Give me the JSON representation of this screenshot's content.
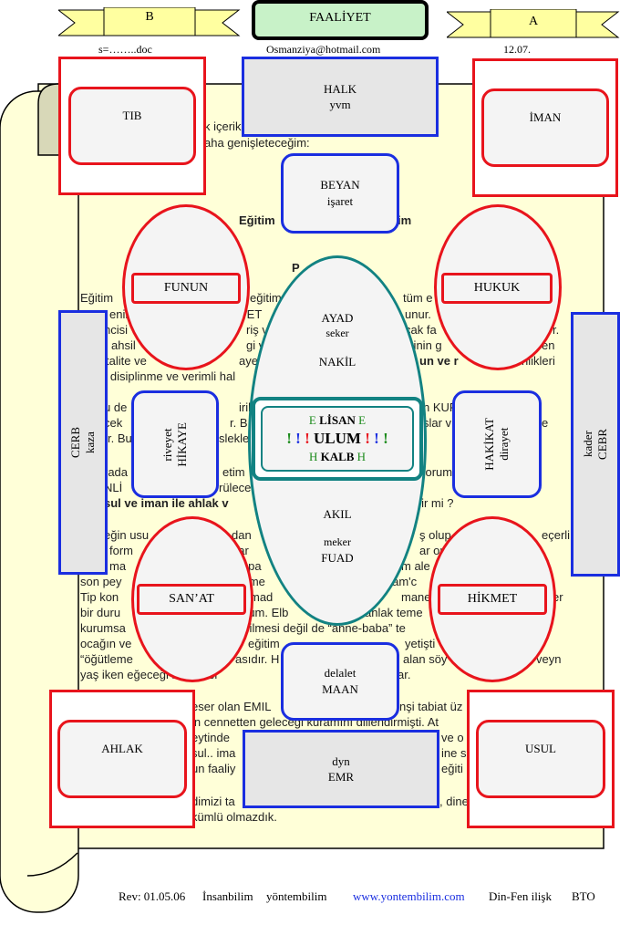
{
  "header": {
    "banner_left": "B",
    "title": "FAALİYET",
    "banner_right": "A",
    "file_name": "s=……..doc",
    "email": "Osmanziya@hotmail.com",
    "date": "12.07."
  },
  "doc_lines": [
    "k içerik",
    "aha genişleteceğim:",
    "Eğitim",
    "im",
    "P",
    "Eğitim",
    "eğitim",
    "tüm e",
    "enin",
    "YET",
    "unur.",
    "ncisi",
    "riş v",
    "cak fa",
    "r.",
    "ahsil",
    "gi ver",
    "erinin g",
    "en",
    "talite ve",
    "ayesine",
    "un ve r",
    "nlikleri",
    "n disiplinme ve verimli hal",
    "u de",
    "irikin",
    "n KUR",
    "cek",
    "r. B",
    "slar v",
    "e",
    "r. Bu",
    "sleklen",
    "rada",
    "etim",
    "yorum",
    "NLİ",
    "rülece",
    "sul ve iman ile ahlak v",
    "rilir mi ?",
    "eğin usu",
    "dan",
    "ş olup",
    "eçerli",
    "form",
    "dar",
    "ar on",
    "ma",
    "k pa",
    "m ale",
    "son pey",
    "mme",
    "elam'c",
    "Tip kon",
    "mad",
    "manev",
    "er",
    "bir duru",
    "rum. Elb",
    "ahlak teme",
    "kurumsa",
    "erilmesi değil de “anne-baba” te",
    "ocağın ve",
    "eğitim",
    "yetişti",
    "“öğütleme",
    "asıdır. H",
    "alan söy",
    "veyn",
    "yaş iken eğeceği bu temel",
    "ar.",
    "eser olan EMIL",
    "nşi tabiat üz",
    "in cennetten geleceği kuramını dillendirmişti. At",
    "eytinde",
    "ve o",
    "sul.. ima",
    "ine s",
    "un faaliy",
    "eğiti",
    "dimizi ta",
    ", dine",
    "kümlü olmazdık."
  ],
  "nodes": {
    "tib": "TIB",
    "iman": "İMAN",
    "halk": "HALK",
    "halk_sub": "yvm",
    "beyan": "BEYAN",
    "beyan_sub": "işaret",
    "funun": "FUNUN",
    "hukuk": "HUKUK",
    "ayad": "AYAD",
    "ayad_sub": "seker",
    "nakil": "NAKİL",
    "cerb": "CERB",
    "cerb_sub": "kaza",
    "kader": "kader",
    "kader_sub": "CEBR",
    "riveyet": "riveyet",
    "hikaye": "HİKAYE",
    "hakikat": "HAKİKAT",
    "dirayet": "dirayet",
    "center_e1": "E",
    "center_lisan": "LİSAN",
    "center_e2": "E",
    "center_marks": "! ! !",
    "center_ulum": "ULUM",
    "center_h1": "H",
    "center_kalb": "KALB",
    "center_h2": "H",
    "akil": "AKIL",
    "meker": "meker",
    "fuad": "FUAD",
    "sanat": "SAN’AT",
    "hikmet": "HİKMET",
    "delalet": "delalet",
    "maan": "MAAN",
    "ahlak": "AHLAK",
    "usul": "USUL",
    "dyn": "dyn",
    "emr": "EMR"
  },
  "footer": {
    "rev": "Rev: 01.05.06",
    "insanbilim": "İnsanbilim",
    "yontembilim": "yöntembilim",
    "url": "www.yontembilim.com",
    "relation": "Din-Fen ilişk",
    "author": "BTO"
  },
  "colors": {
    "red": "#e8141c",
    "blue": "#1a2ee0",
    "teal": "#128282",
    "green": "#1a8a1a",
    "parchment": "#ffffd8",
    "banner": "#ffffa0",
    "title_fill": "#c8f2c8"
  }
}
